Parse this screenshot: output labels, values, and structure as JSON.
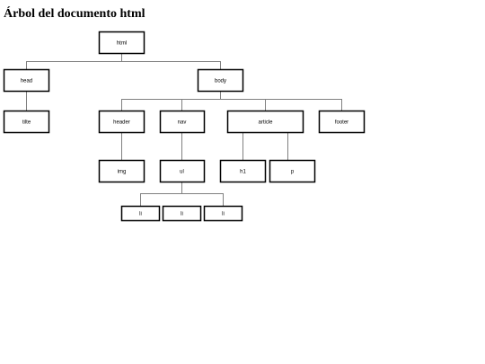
{
  "title": "Árbol del documento html",
  "colors": {
    "box_border": "#000000",
    "connector": "#808080",
    "background": "#ffffff"
  },
  "tree": {
    "html": "html",
    "head": "head",
    "body": "body",
    "title_tag": "tilte",
    "header": "header",
    "nav": "nav",
    "article": "article",
    "footer": "footer",
    "img": "img",
    "ul": "ul",
    "h1": "h1",
    "p": "p",
    "li_1": "li",
    "li_2": "li",
    "li_3": "li"
  }
}
